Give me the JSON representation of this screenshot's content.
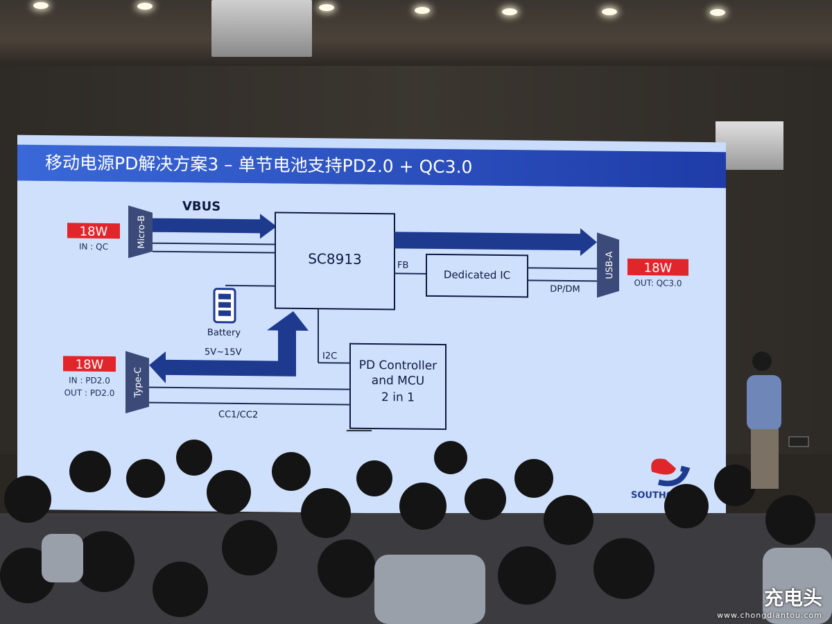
{
  "slide": {
    "title": "移动电源PD解决方案3 – 单节电池支持PD2.0 + QC3.0",
    "vbus_label": "VBUS",
    "chip_label": "SC8913",
    "fb_label": "FB",
    "dedicated_ic_label": "Dedicated IC",
    "dpdm_label": "DP/DM",
    "battery_label": "Battery",
    "voltage_label": "5V~15V",
    "i2c_label": "I2C",
    "pd_controller_lines": [
      "PD Controller",
      "and MCU",
      "2 in 1"
    ],
    "cc_label": "CC1/CC2",
    "micro_b": {
      "port": "Micro-B",
      "power": "18W",
      "mode": "IN : QC"
    },
    "usb_a": {
      "port": "USB-A",
      "power": "18W",
      "mode": "OUT: QC3.0"
    },
    "type_c": {
      "port": "Type-C",
      "power": "18W",
      "mode_in": "IN : PD2.0",
      "mode_out": "OUT : PD2.0"
    },
    "logo_text": "SOUTHCH"
  },
  "watermark": {
    "brand": "充电头",
    "url": "www.chongdiantou.com"
  },
  "colors": {
    "title_bar": "#2a4fc4",
    "slide_bg": "#cfe0fc",
    "arrow": "#1e3a8f",
    "power_badge": "#e0262a",
    "chip_fill": "#cfe0fc"
  }
}
